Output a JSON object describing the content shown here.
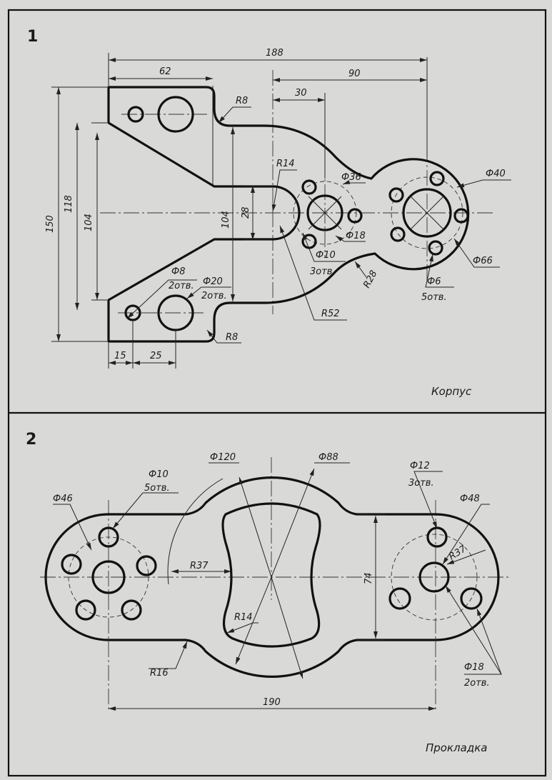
{
  "drawing1": {
    "number": "1",
    "caption": "Корпус",
    "dims": {
      "d188": "188",
      "d62": "62",
      "d90": "90",
      "d30": "30",
      "d150": "150",
      "d118": "118",
      "d104a": "104",
      "d104b": "104",
      "d28": "28",
      "d15": "15",
      "d25": "25",
      "r8a": "R8",
      "r8b": "R8",
      "r14": "R14",
      "r52": "R52",
      "r28": "R28",
      "phi36": "Ф36",
      "phi18": "Ф18",
      "phi10": "Ф10",
      "holes3": "3отв.",
      "phi40": "Ф40",
      "phi66": "Ф66",
      "phi6": "Ф6",
      "holes5": "5отв.",
      "phi8": "Ф8",
      "holes2a": "2отв.",
      "phi20": "Ф20",
      "holes2b": "2отв."
    }
  },
  "drawing2": {
    "number": "2",
    "caption": "Прокладка",
    "dims": {
      "phi120": "Ф120",
      "phi88": "Ф88",
      "phi10": "Ф10",
      "holes5": "5отв.",
      "phi46": "Ф46",
      "phi12": "Ф12",
      "holes3": "3отв.",
      "phi48": "Ф48",
      "r37a": "R37",
      "r37b": "R37",
      "r14": "R14",
      "r16": "R16",
      "d74": "74",
      "phi18": "Ф18",
      "holes2": "2отв.",
      "d190": "190"
    }
  }
}
